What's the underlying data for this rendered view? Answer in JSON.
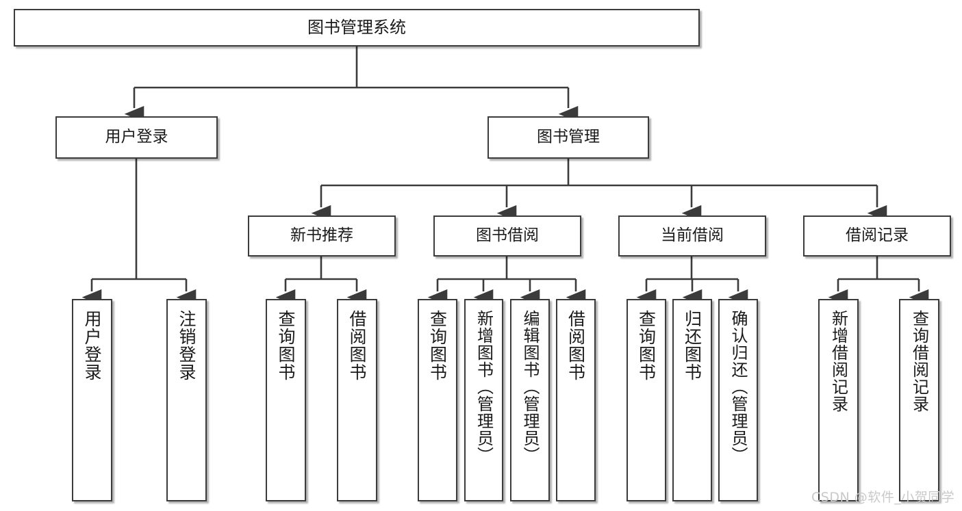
{
  "diagram": {
    "title": "图书管理系统",
    "type": "tree-hierarchy-chart",
    "watermark": "CSDN @软件_小贺同学",
    "colors": {
      "box_border": "#3b3b3b",
      "box_fill": "#ffffff",
      "connector": "#3b3b3b",
      "text": "#1a1a1a",
      "watermark": "#c9c9c9"
    },
    "root": {
      "label": "图书管理系统"
    },
    "level2": [
      {
        "label": "用户登录"
      },
      {
        "label": "图书管理"
      }
    ],
    "level3": [
      {
        "label": "新书推荐"
      },
      {
        "label": "图书借阅"
      },
      {
        "label": "当前借阅"
      },
      {
        "label": "借阅记录"
      }
    ],
    "leaves": {
      "user_login": [
        {
          "label": "用户登录"
        },
        {
          "label": "注销登录"
        }
      ],
      "new_book_recommend": [
        {
          "label": "查询图书"
        },
        {
          "label": "借阅图书"
        }
      ],
      "book_borrow": [
        {
          "label": "查询图书"
        },
        {
          "label": "新增图书（管理员）"
        },
        {
          "label": "编辑图书（管理员）"
        },
        {
          "label": "借阅图书"
        }
      ],
      "current_borrow": [
        {
          "label": "查询图书"
        },
        {
          "label": "归还图书"
        },
        {
          "label": "确认归还（管理员）"
        }
      ],
      "borrow_record": [
        {
          "label": "新增借阅记录"
        },
        {
          "label": "查询借阅记录"
        }
      ]
    }
  }
}
